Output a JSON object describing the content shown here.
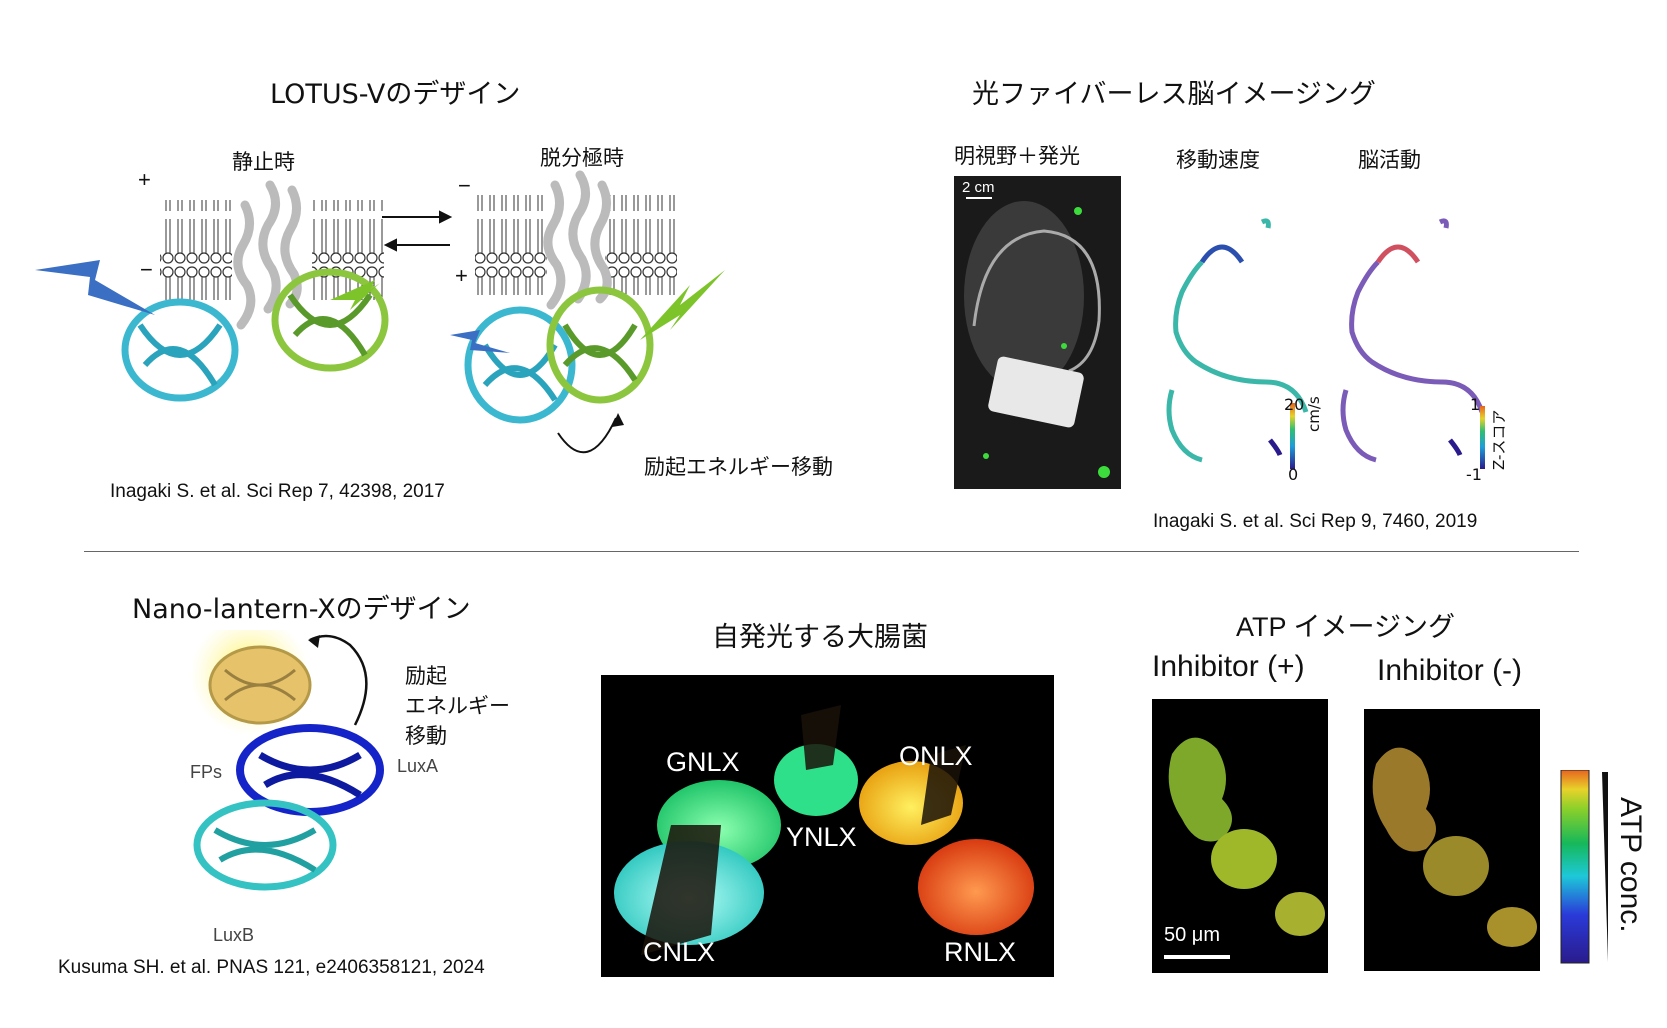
{
  "top_left": {
    "title": "LOTUS-Vのデザイン",
    "rest_label": "静止時",
    "depol_label": "脱分極時",
    "plus": "+",
    "minus": "−",
    "energy_label": "励起エネルギー移動",
    "citation": "Inagaki S. et al. Sci Rep 7, 42398, 2017"
  },
  "top_right": {
    "title": "光ファイバーレス脳イメージング",
    "col1": "明視野＋発光",
    "col2": "移動速度",
    "col3": "脳活動",
    "scale": "2 cm",
    "speed_max": "20",
    "speed_min": "0",
    "speed_unit": "cm/s",
    "z_max": "1",
    "z_min": "-1",
    "z_unit": "Z-スコア",
    "citation": "Inagaki S. et al. Sci Rep 9, 7460, 2019"
  },
  "bottom_left": {
    "title": "Nano-lantern-Xのデザイン",
    "energy_label_1": "励起",
    "energy_label_2": "エネルギー",
    "energy_label_3": "移動",
    "fps": "FPs",
    "luxa": "LuxA",
    "luxb": "LuxB",
    "citation": "Kusuma SH. et al. PNAS 121, e2406358121, 2024"
  },
  "bottom_mid": {
    "title": "自発光する大腸菌",
    "flasks": [
      "GNLX",
      "YNLX",
      "ONLX",
      "CNLX",
      "RNLX"
    ]
  },
  "bottom_right": {
    "title": "ATP イメージング",
    "left_label": "Inhibitor (+)",
    "right_label": "Inhibitor (-)",
    "scale": "50 μm",
    "bar_label": "ATP conc."
  },
  "colors": {
    "cyan_protein": "#3bb8d0",
    "green_protein": "#8cc63f",
    "blue_bolt": "#3a6fc4",
    "green_bolt": "#7dc42a"
  }
}
